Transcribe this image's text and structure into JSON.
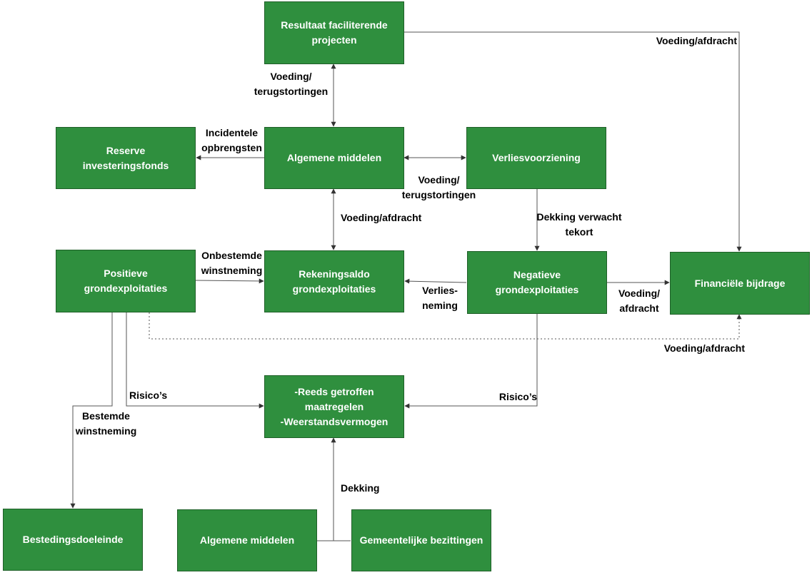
{
  "colors": {
    "box_fill": "#2f8f3e",
    "box_text": "#ffffff",
    "line": "#555555",
    "label_text": "#000000"
  },
  "boxes": {
    "resultaat": "Resultaat faciliterende\nprojecten",
    "reserve": "Reserve investeringsfonds",
    "algemene_top": "Algemene middelen",
    "verliesvoorziening": "Verliesvoorziening",
    "positieve": "Positieve\ngrondexploitaties",
    "rekeningsaldo": "Rekeningsaldo\ngrondexploitaties",
    "negatieve": "Negatieve\ngrondexploitaties",
    "financiele": "Financiële bijdrage",
    "reeds": "-Reeds getroffen\nmaatregelen\n-Weerstandsvermogen",
    "bestedingsdoeleinde": "Bestedingsdoeleinde",
    "algemene_bottom": "Algemene middelen",
    "gemeentelijke": "Gemeentelijke bezittingen"
  },
  "labels": {
    "voeding_afdracht_top_right": "Voeding/afdracht",
    "voeding_terugstortingen_top": "Voeding/\nterugstortingen",
    "incidentele_opbrengsten": "Incidentele\nopbrengsten",
    "voeding_terugstortingen_mid": "Voeding/\nterugstortingen",
    "voeding_afdracht_mid": "Voeding/afdracht",
    "dekking_verwacht_tekort": "Dekking verwacht\ntekort",
    "onbestemde_winstneming": "Onbestemde\nwinstneming",
    "verliesneming": "Verlies-\nneming",
    "voeding_afdracht_right": "Voeding/\nafdracht",
    "voeding_afdracht_dotted": "Voeding/afdracht",
    "risicos_left": "Risico’s",
    "risicos_right": "Risico’s",
    "bestemde_winstneming": "Bestemde\nwinstneming",
    "dekking": "Dekking"
  }
}
